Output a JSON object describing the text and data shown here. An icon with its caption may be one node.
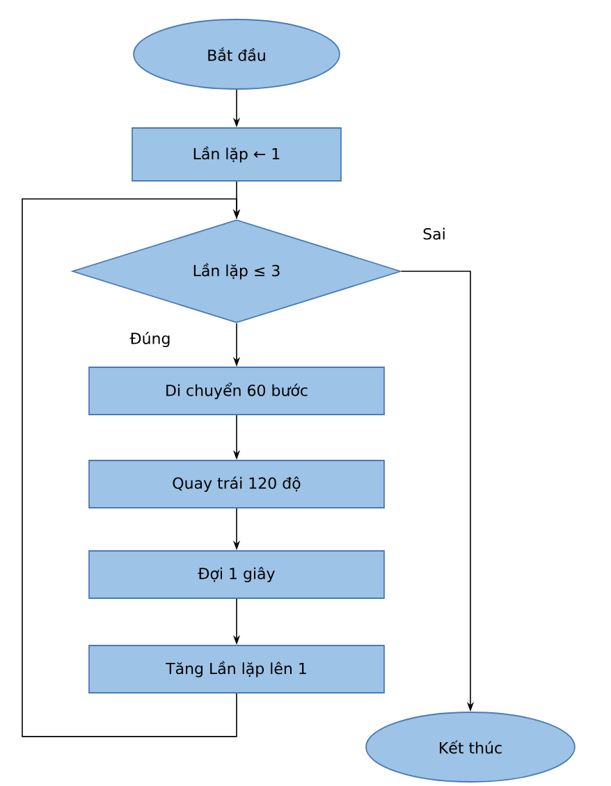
{
  "diagram": {
    "nodes": [
      {
        "text": [
          "Bắt đầu"
        ]
      },
      {
        "text": [
          "Lần lặp ← 1"
        ]
      },
      {
        "text": [
          "Lần lặp ≤ 3"
        ]
      },
      {
        "text": [
          "Di chuyển 60 bước"
        ]
      },
      {
        "text": [
          "Quay trái 120 độ"
        ]
      },
      {
        "text": [
          "Đợi 1 giây"
        ]
      },
      {
        "text": [
          "Tăng Lần lặp lên 1"
        ]
      },
      {
        "text": [
          "Kết thúc"
        ]
      }
    ],
    "edges": [
      {
        "from": 0,
        "to": 1,
        "arrow": "to"
      },
      {
        "from": 1,
        "to": 2,
        "arrow": "to"
      },
      {
        "from": 2,
        "to": 3,
        "arrow": "to",
        "label": "Đúng"
      },
      {
        "from": 3,
        "to": 4,
        "arrow": "to"
      },
      {
        "from": 4,
        "to": 5,
        "arrow": "to"
      },
      {
        "from": 5,
        "to": 6,
        "arrow": "to"
      },
      {
        "from": 6,
        "to": 2,
        "arrow": "to"
      },
      {
        "from": 2,
        "to": 7,
        "arrow": "to",
        "label": "Sai"
      }
    ]
  }
}
